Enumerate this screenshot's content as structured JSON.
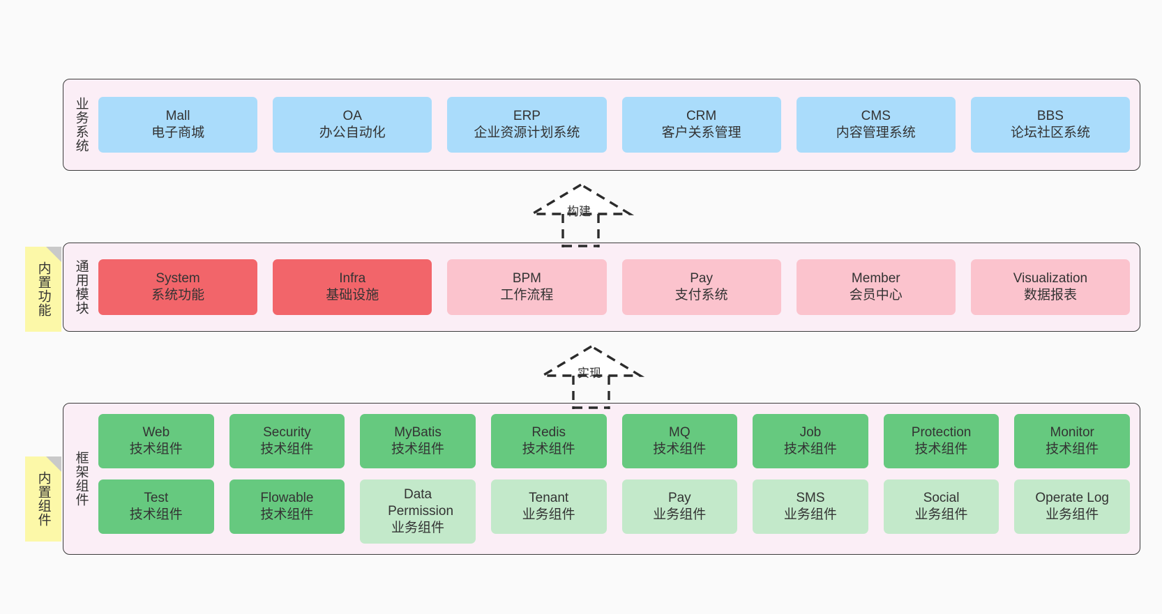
{
  "diagram": {
    "title_hidden": "",
    "background": "#fafafa",
    "colors": {
      "layer_bg": "#fbeef6",
      "layer_border": "#3b3b3b",
      "blue": "#aadcfb",
      "red": "#f2656a",
      "pink": "#fbc3cd",
      "green": "#66c97f",
      "light_green": "#c3e9ca",
      "note_yellow": "#fcf8a8",
      "note_fold": "#c9c9c9",
      "text": "#333333"
    }
  },
  "layers": [
    {
      "id": "business-system",
      "label": "业务系统",
      "rows": [
        [
          {
            "name": "Mall",
            "desc": "电子商城",
            "color": "blue"
          },
          {
            "name": "OA",
            "desc": "办公自动化",
            "color": "blue"
          },
          {
            "name": "ERP",
            "desc": "企业资源计划系统",
            "color": "blue"
          },
          {
            "name": "CRM",
            "desc": "客户关系管理",
            "color": "blue"
          },
          {
            "name": "CMS",
            "desc": "内容管理系统",
            "color": "blue"
          },
          {
            "name": "BBS",
            "desc": "论坛社区系统",
            "color": "blue"
          }
        ]
      ]
    },
    {
      "id": "common-module",
      "label": "通用模块",
      "note": "内置功能",
      "rows": [
        [
          {
            "name": "System",
            "desc": "系统功能",
            "color": "red"
          },
          {
            "name": "Infra",
            "desc": "基础设施",
            "color": "red"
          },
          {
            "name": "BPM",
            "desc": "工作流程",
            "color": "pink"
          },
          {
            "name": "Pay",
            "desc": "支付系统",
            "color": "pink"
          },
          {
            "name": "Member",
            "desc": "会员中心",
            "color": "pink"
          },
          {
            "name": "Visualization",
            "desc": "数据报表",
            "color": "pink"
          }
        ]
      ]
    },
    {
      "id": "framework-component",
      "label": "框架组件",
      "note": "内置组件",
      "rows": [
        [
          {
            "name": "Web",
            "desc": "技术组件",
            "color": "green"
          },
          {
            "name": "Security",
            "desc": "技术组件",
            "color": "green"
          },
          {
            "name": "MyBatis",
            "desc": "技术组件",
            "color": "green"
          },
          {
            "name": "Redis",
            "desc": "技术组件",
            "color": "green"
          },
          {
            "name": "MQ",
            "desc": "技术组件",
            "color": "green"
          },
          {
            "name": "Job",
            "desc": "技术组件",
            "color": "green"
          },
          {
            "name": "Protection",
            "desc": "技术组件",
            "color": "green"
          },
          {
            "name": "Monitor",
            "desc": "技术组件",
            "color": "green"
          }
        ],
        [
          {
            "name": "Test",
            "desc": "技术组件",
            "color": "green"
          },
          {
            "name": "Flowable",
            "desc": "技术组件",
            "color": "green"
          },
          {
            "name": "Data Permission",
            "desc": "业务组件",
            "color": "light_green"
          },
          {
            "name": "Tenant",
            "desc": "业务组件",
            "color": "light_green"
          },
          {
            "name": "Pay",
            "desc": "业务组件",
            "color": "light_green"
          },
          {
            "name": "SMS",
            "desc": "业务组件",
            "color": "light_green"
          },
          {
            "name": "Social",
            "desc": "业务组件",
            "color": "light_green"
          },
          {
            "name": "Operate Log",
            "desc": "业务组件",
            "color": "light_green"
          }
        ]
      ]
    }
  ],
  "connectors": [
    {
      "id": "build-arrow",
      "label": "构建",
      "style": "dashed-generalization",
      "direction": "up"
    },
    {
      "id": "implement-arrow",
      "label": "实现",
      "style": "dashed-generalization",
      "direction": "up"
    }
  ]
}
